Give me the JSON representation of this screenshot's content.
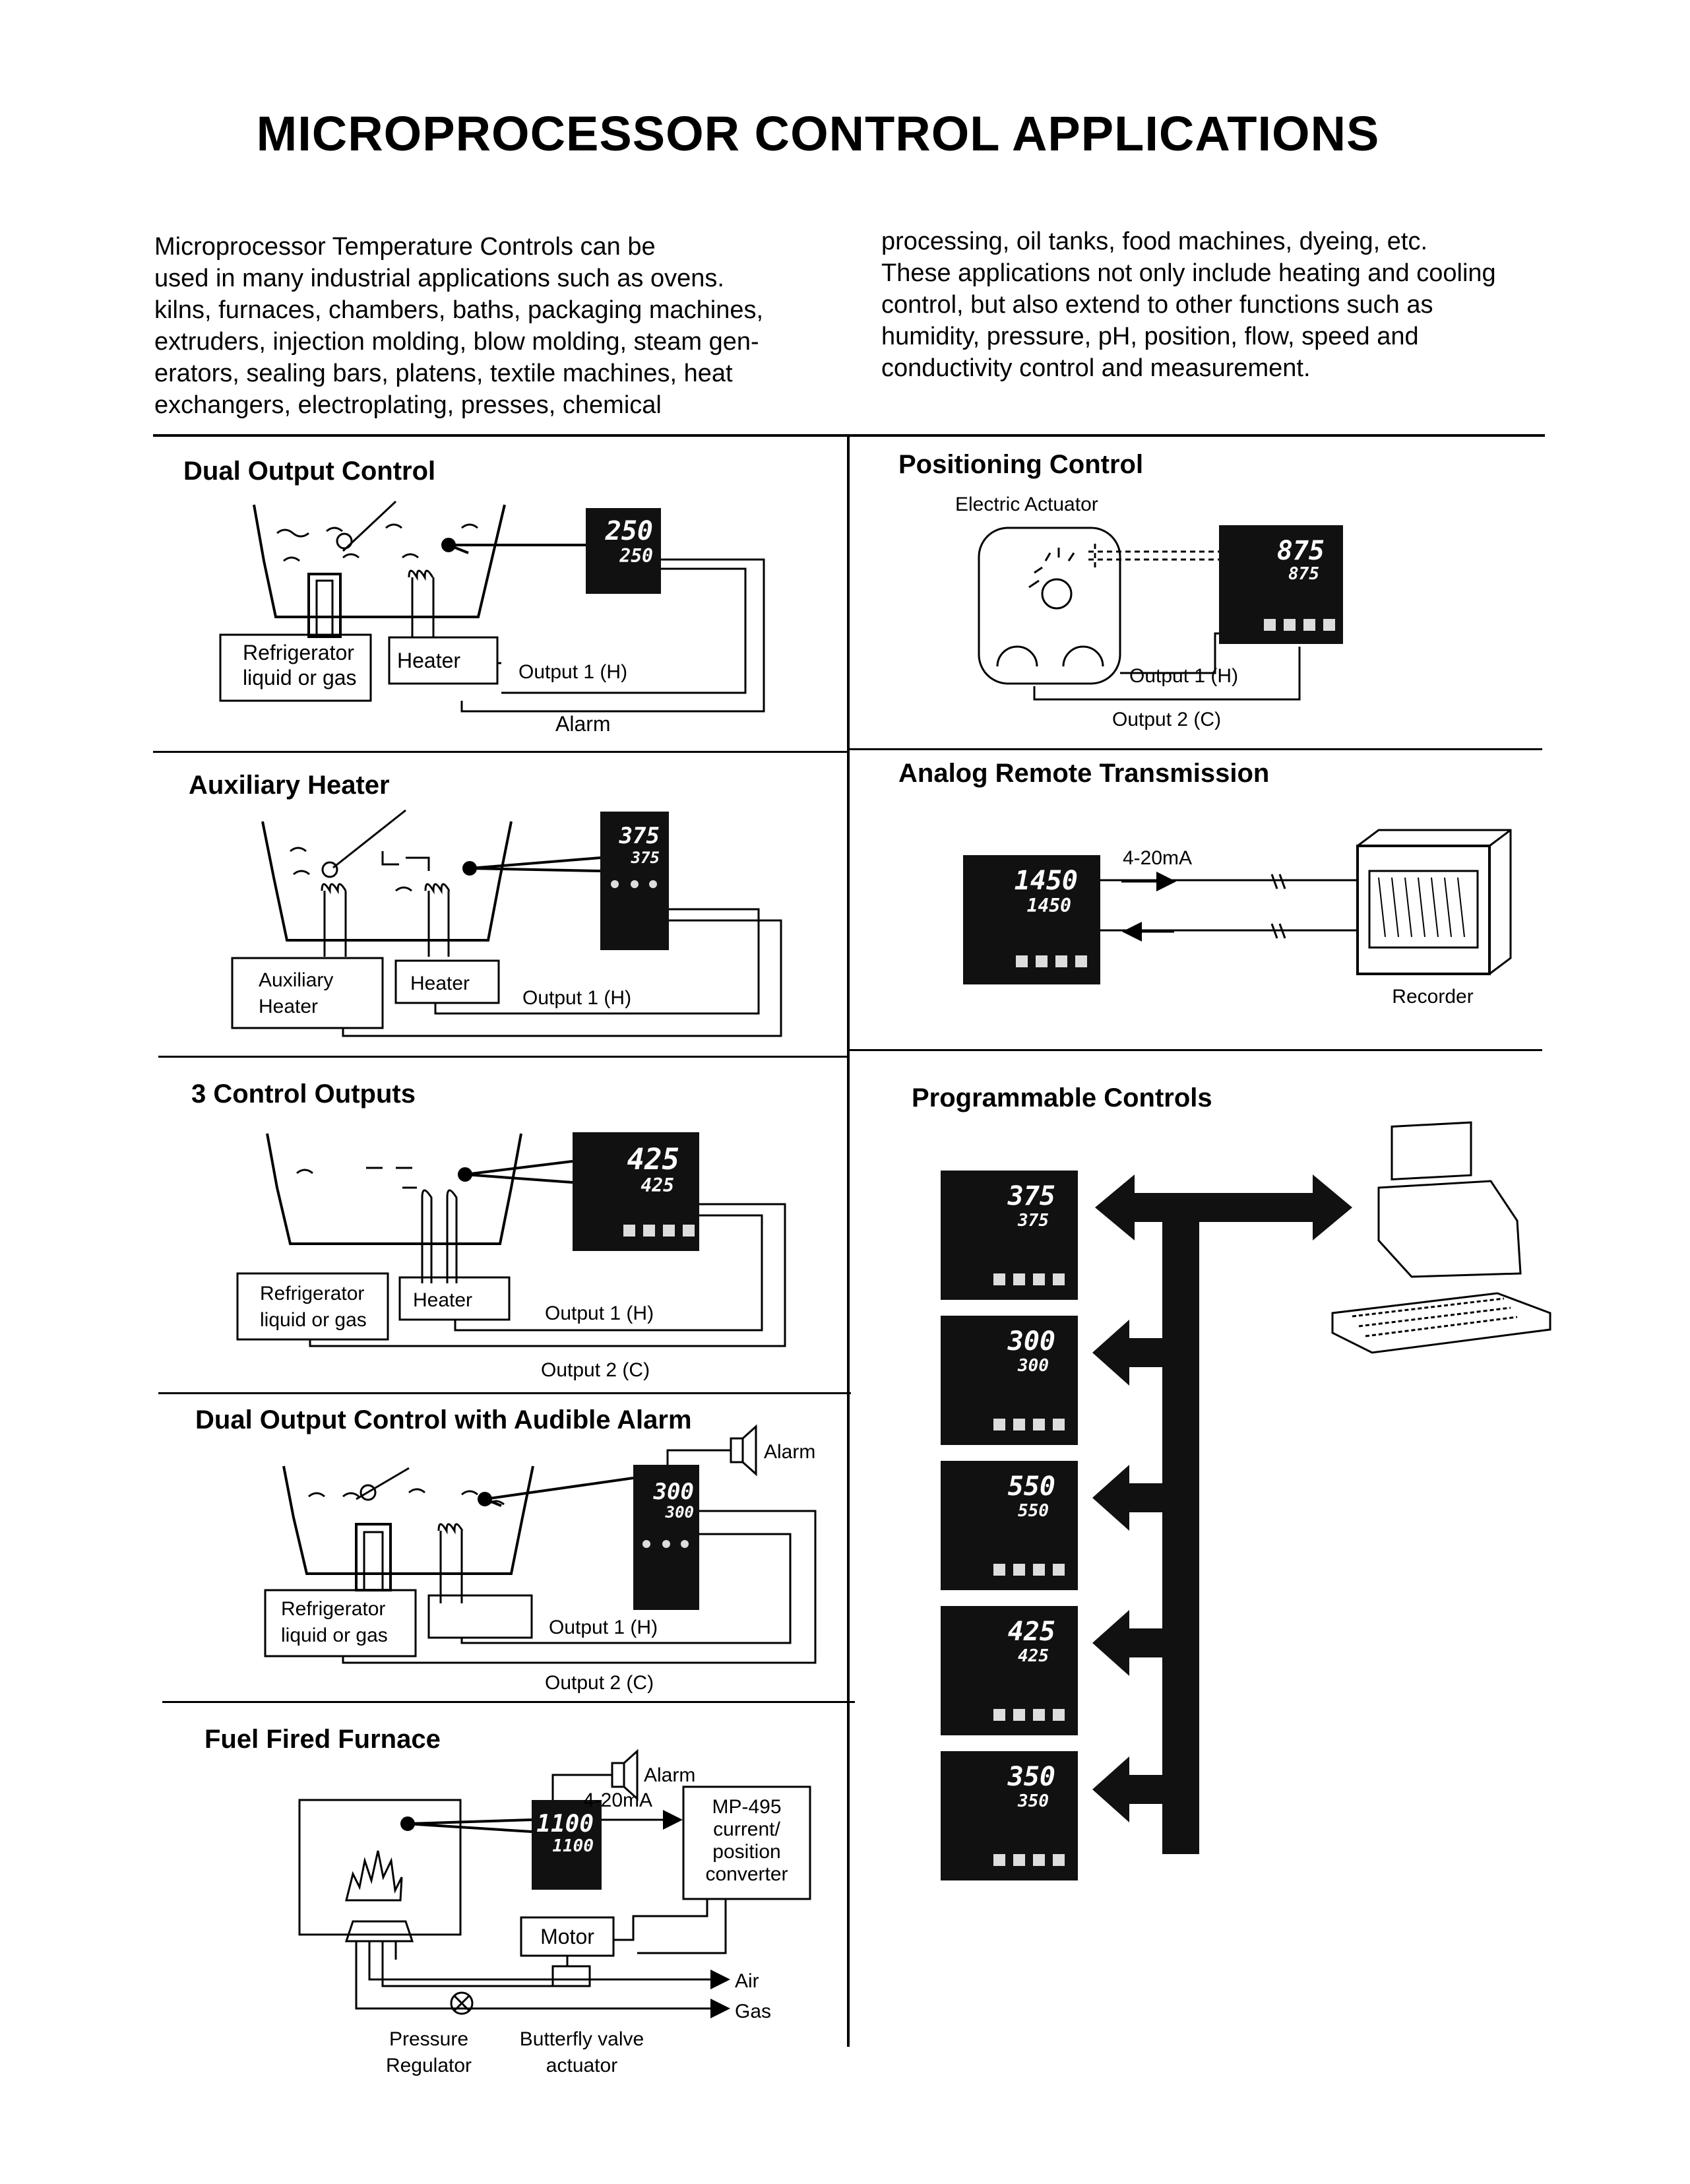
{
  "title": "MICROPROCESSOR CONTROL APPLICATIONS",
  "intro": {
    "col1": "Microprocessor Temperature Controls can be\nused in many industrial applications such as ovens.\nkilns, furnaces, chambers, baths, packaging machines,\nextruders, injection molding, blow molding, steam gen-\nerators, sealing bars, platens, textile machines, heat\nexchangers, electroplating, presses, chemical",
    "col2": "processing, oil tanks, food machines, dyeing, etc.\nThese applications not only include heating and cooling\ncontrol, but also extend to other functions such as\nhumidity, pressure, pH, position, flow, speed and\nconductivity control and measurement."
  },
  "sections": {
    "dual_output": {
      "title": "Dual Output Control",
      "refrigerator": [
        "Refrigerator",
        "liquid or gas"
      ],
      "heater": "Heater",
      "output1": "Output 1 (H)",
      "alarm": "Alarm",
      "display_top": "250",
      "display_bottom": "250"
    },
    "auxiliary_heater": {
      "title": "Auxiliary Heater",
      "aux": [
        "Auxiliary",
        "Heater"
      ],
      "heater": "Heater",
      "output1": "Output 1 (H)",
      "display_top": "375",
      "display_bottom": "375"
    },
    "three_outputs": {
      "title": "3 Control Outputs",
      "refrigerator": [
        "Refrigerator",
        "liquid or gas"
      ],
      "heater": "Heater",
      "output1": "Output 1 (H)",
      "output2": "Output 2 (C)",
      "display_top": "425",
      "display_bottom": "425"
    },
    "audible_alarm": {
      "title": "Dual Output Control with Audible Alarm",
      "alarm": "Alarm",
      "refrigerator": [
        "Refrigerator",
        "liquid or gas"
      ],
      "output1": "Output 1 (H)",
      "output2": "Output 2 (C)",
      "display_top": "300",
      "display_bottom": "300"
    },
    "furnace": {
      "title": "Fuel Fired Furnace",
      "alarm": "Alarm",
      "signal": "4-20mA",
      "converter": [
        "MP-495",
        "current/",
        "position",
        "converter"
      ],
      "motor": "Motor",
      "air": "Air",
      "gas": "Gas",
      "regulator": [
        "Pressure",
        "Regulator"
      ],
      "valve": [
        "Butterfly valve",
        "actuator"
      ],
      "display_top": "1100",
      "display_bottom": "1100"
    },
    "positioning": {
      "title": "Positioning Control",
      "actuator": "Electric Actuator",
      "output1": "Output 1 (H)",
      "output2": "Output 2 (C)",
      "display_top": "875",
      "display_bottom": "875"
    },
    "analog_remote": {
      "title": "Analog Remote Transmission",
      "signal": "4-20mA",
      "recorder": "Recorder",
      "display_top": "1450",
      "display_bottom": "1450"
    },
    "programmable": {
      "title": "Programmable Controls",
      "controllers": [
        {
          "top": "375",
          "bottom": "375"
        },
        {
          "top": "300",
          "bottom": "300"
        },
        {
          "top": "550",
          "bottom": "550"
        },
        {
          "top": "425",
          "bottom": "425"
        },
        {
          "top": "350",
          "bottom": "350"
        }
      ]
    }
  }
}
